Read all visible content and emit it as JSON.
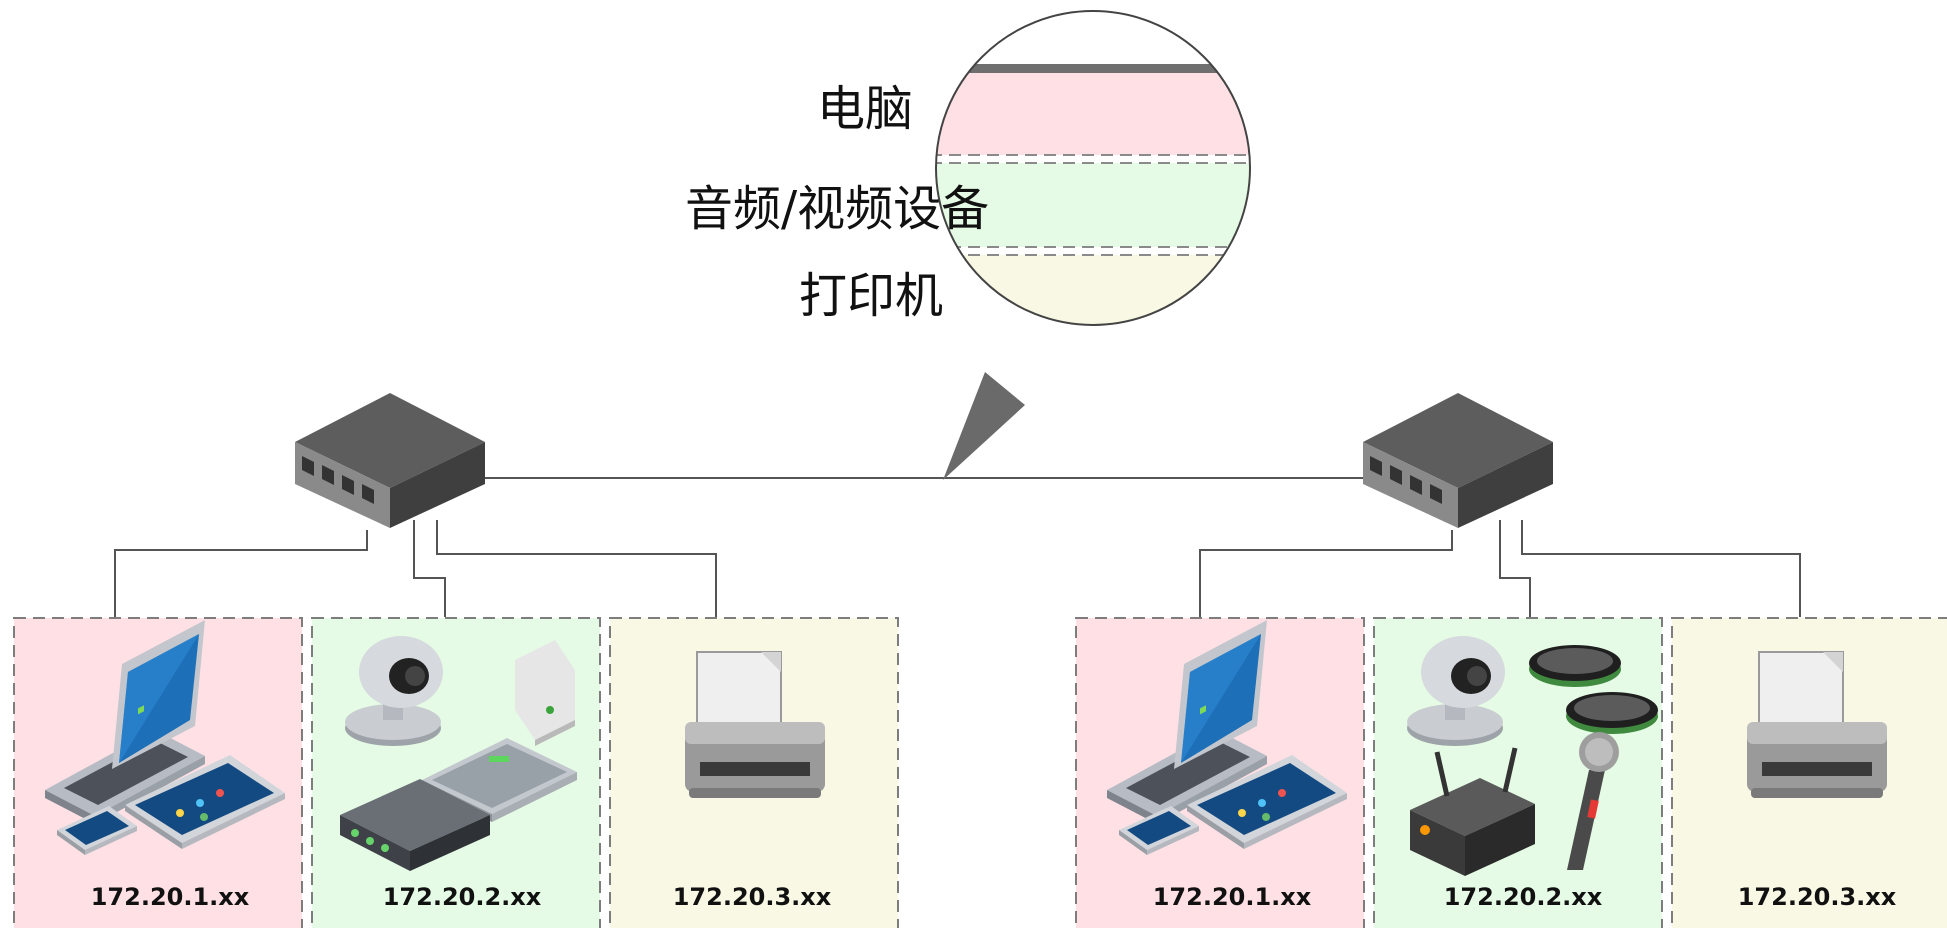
{
  "legend": {
    "items": [
      {
        "label": "电脑",
        "color": "#ffe1e5"
      },
      {
        "label": "音频/视频设备",
        "color": "#e5fbe5"
      },
      {
        "label": "打印机",
        "color": "#f8f8e4"
      }
    ]
  },
  "sites": [
    {
      "groups": [
        {
          "type": "computers",
          "ip": "172.20.1.xx",
          "color": "#ffe1e5"
        },
        {
          "type": "av",
          "ip": "172.20.2.xx",
          "color": "#e5fbe5"
        },
        {
          "type": "printers",
          "ip": "172.20.3.xx",
          "color": "#f8f8e4"
        }
      ]
    },
    {
      "groups": [
        {
          "type": "computers",
          "ip": "172.20.1.xx",
          "color": "#ffe1e5"
        },
        {
          "type": "av",
          "ip": "172.20.2.xx",
          "color": "#e5fbe5"
        },
        {
          "type": "printers",
          "ip": "172.20.3.xx",
          "color": "#f8f8e4"
        }
      ]
    }
  ],
  "icons": [
    "network-switch-icon",
    "laptop-icon",
    "tablet-icon",
    "phone-icon",
    "ptz-camera-icon",
    "access-point-icon",
    "codec-box-icon",
    "video-bar-icon",
    "conference-speaker-icon",
    "wireless-receiver-icon",
    "microphone-icon",
    "printer-icon"
  ]
}
